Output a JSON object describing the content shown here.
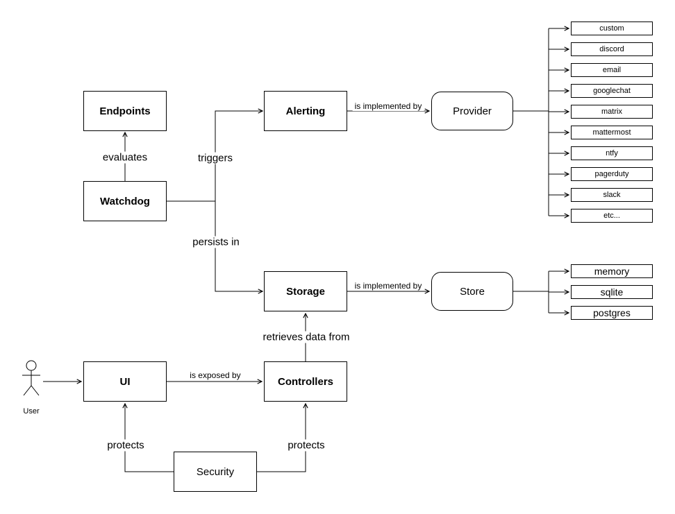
{
  "diagram": {
    "nodes": {
      "endpoints": "Endpoints",
      "watchdog": "Watchdog",
      "alerting": "Alerting",
      "provider": "Provider",
      "storage": "Storage",
      "store": "Store",
      "ui": "UI",
      "controllers": "Controllers",
      "security": "Security",
      "user": "User"
    },
    "edge_labels": {
      "evaluates": "evaluates",
      "triggers": "triggers",
      "persists_in": "persists in",
      "alerting_implemented_by": "is implemented by",
      "storage_implemented_by": "is implemented by",
      "retrieves_data_from": "retrieves data from",
      "is_exposed_by": "is exposed by",
      "protects_ui": "protects",
      "protects_controllers": "protects"
    },
    "providers": [
      "custom",
      "discord",
      "email",
      "googlechat",
      "matrix",
      "mattermost",
      "ntfy",
      "pagerduty",
      "slack",
      "etc..."
    ],
    "stores": [
      "memory",
      "sqlite",
      "postgres"
    ],
    "colors": {
      "stroke": "#000000",
      "background": "#ffffff"
    }
  }
}
